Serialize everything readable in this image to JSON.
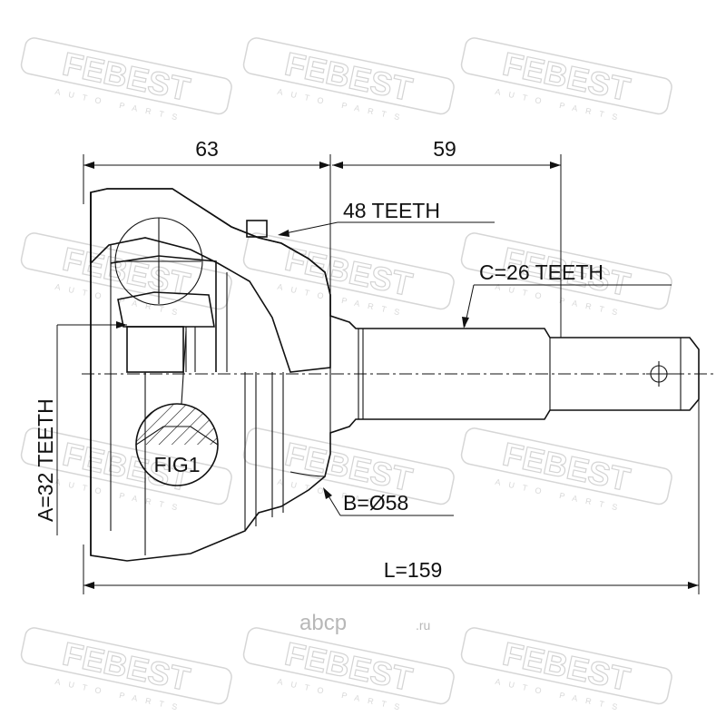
{
  "watermark": {
    "brand": "FEBEST",
    "tagline": "AUTO PARTS"
  },
  "site_logo": {
    "name": "abcp",
    "suffix": ".ru"
  },
  "dimensions": {
    "width_left": "63",
    "width_right": "59",
    "outer_teeth": "48 TEETH",
    "spline_c": "C=26 TEETH",
    "spline_a": "A=32 TEETH",
    "seal_b": "B=Ø58",
    "length": "L=159",
    "fig_label": "FIG1"
  }
}
